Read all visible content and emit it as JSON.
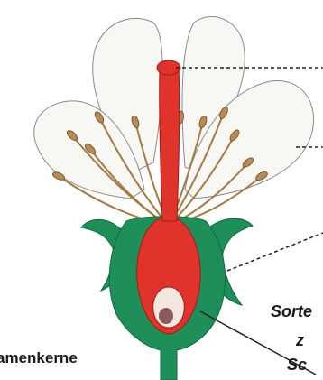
{
  "labels": {
    "seed": "amenkerne",
    "variety_line1": "Sorte",
    "variety_line2": "z",
    "variety_line3": "Sc"
  },
  "colors": {
    "petal": "#f7f7f4",
    "petal_stroke": "#8a8a8a",
    "pistil": "#e0332b",
    "pistil_dark": "#9e1b16",
    "ovary_inner": "#f2e8e0",
    "ovule": "#8a5a5e",
    "sepal": "#1f8f5a",
    "sepal_dark": "#0f6a3e",
    "stamen": "#b98a52",
    "stamen_filament": "#a47a45",
    "leader": "#222222"
  }
}
